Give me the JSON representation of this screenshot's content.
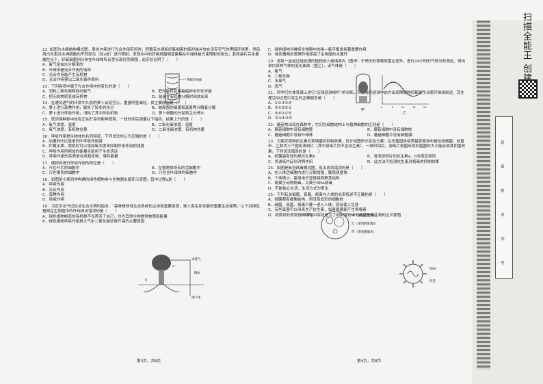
{
  "left_questions": [
    {
      "stem": "12. 如图为水绵结构模式图，恩吉尔曼进行光合作用实验时，把载有水绵和好氧细菌的临时装片放在没有空气的黑暗环境里，然后用白光束对水绵细胞的不同部位（如a处）进行照射，发现水中的好氧细菌明显聚集在叶绿体被光束照射的部位；若将装片完全暴露在光下，好氧细菌则分布在叶绿体所有受光部位的周围，此实验证明了（　　）",
      "options": [
        "A．氧气是由水分解来的",
        "B．叶绿体是光合作用的场所",
        "C．光合作用能产生有机物",
        "D．光合作用需以二氧化碳作原料"
      ],
      "full": true
    },
    {
      "stem": "13．下列各项中属于光合作用中的变化的是（　　）",
      "options": [
        "A．消耗二氧化碳释放出氧气",
        "B．把光能转变成有机物中的化学能",
        "C．把无机物转变成有机物",
        "D．能量在有机物分解时释放出来"
      ]
    },
    {
      "stem": "14．在通风透气的环境中久放的萝卜会变空心，重量明显减轻，其主要原因是（　　）",
      "options": [
        "A．萝卜进行蒸腾作用，散失了较多的水分",
        "B．被周围的细菌和真菌等分解者分解",
        "C．萝卜进行呼吸作用，消耗了其中的有机物",
        "D．萝卜细胞的分裂和生长停止"
      ]
    },
    {
      "stem": "15．密闭保鲜柜中放有正在贮存的新鲜蔬菜，一段时间后测量以下指标，结果上升的是（　　）",
      "options": [
        "A．氧气浓度、温度",
        "B．二氧化碳浓度、温度",
        "C．氧气浓度、有机物含量",
        "D．二氧化碳浓度、有机物含量"
      ]
    },
    {
      "stem": "16．呼吸作用是生物体的共同特征。下列说法你认为正确的是（　　）",
      "options": [
        "A．幼嫩的叶比衰老的叶呼吸作用强",
        "B．贮藏水果、蔬菜时可以增加氧浓度来抑制呼吸作用的强度",
        "C．呼吸作用所释放的能量全部用于生命活动",
        "D．呼吸作用的实质是合成有机物，储存能量"
      ],
      "full": true
    },
    {
      "stem": "17．植物体进行呼吸作用的部位是（　　）",
      "options": [
        "A．只在叶片的细胞中",
        "B．在植物体所有的活细胞中",
        "C．只在根系的细胞中",
        "D．只在含叶绿体的细胞中"
      ]
    },
    {
      "stem": "18．如图是小麦同学构建的绿色植物参与生物圈水循环示意图，其中过程a是（　　）",
      "options": [
        "A．呼吸作用",
        "B．光合作用",
        "C．蒸腾作用",
        "D．吸收作用"
      ],
      "full": true
    },
    {
      "stem": "19．习近平总书记在谈生态文明时指出：“森林是陆地生态系统的主体和重要资源，是人类生存发展的重要生态保障。”以下对绿色植物在生物圈中的作用说法错误的是（　　）",
      "options": [
        "A．绿色植物制造的有机物不仅养活了自己，也为其他生物提供物质和能量",
        "B．绿色植物呼吸作用是大气中二氧化碳浓度升高的主要原因"
      ],
      "full": true
    }
  ],
  "right_questions": [
    {
      "stem": "",
      "options": [
        "C．绿色植物对维持生物圈中的碳—氧平衡发挥着重要作用",
        "D．绿色植物的蒸腾作用提高了生物圈的水循环"
      ],
      "full": true
    },
    {
      "stem": "20．现将一盆经过暗处理的植物放入玻璃罩内（图甲）于晴天的夜晚放置在室外，进行24小时的气体分析测定，得出罩内某种气体的变化曲线（图乙），该气体是（　　）",
      "options": [
        "A．氧气",
        "B．二氧化碳",
        "C．水蒸气",
        "D．氮气"
      ],
      "full": true
    },
    {
      "stem": "21．同学们在体育课上进行“足球运球绕杆”的训练，队员看到运球中前方出现障碍物后都能主动避开继续前进，其生理活动过程中发生的正确顺序是（　　）",
      "options": [
        "A．①②③④⑤",
        "B．⑤④③②①",
        "C．③④①②⑤",
        "D．②①④③⑤"
      ],
      "full": true
    },
    {
      "stem": "22．蘑菇常出现在森林中，它们在细胞结构上与植物细胞的区别是（　　）",
      "options": [
        "A．蘑菇细胞中没有细胞壁",
        "B．蘑菇细胞中没有细胞核",
        "C．蘑菇细胞中没有叶绿体",
        "D．蘑菇细胞中没有细胞膜"
      ]
    },
    {
      "stem": "23．为探究两种抗生素对某细菌的抑制效果，设计如图所示实验方案：在无菌固体培养基表面涂布被检测细菌，放置甲、乙和丙三个圆形滤纸片（其中滤纸片丙不含抗生素），一段时间后，滤纸片周围出现抑菌圈的大小能反映其抑菌效果。下列说法错误的是（　　）",
      "options": [
        "A．抑菌最有效的是抗生素b",
        "B．浸泡滤纸片的抗生素a、b浓度应相同",
        "C．丙滤纸片起到对照作用",
        "D．此方法可检测抗生素对病毒的抑制效果"
      ]
    },
    {
      "stem": "24．如图是新冠病毒模式图，有关说法错误的是（　　）",
      "options": [
        "A．在人体活细胞内进行分裂增殖，繁殖速度快",
        "B．个体微小，需用电子显微镜观察其结构",
        "C．既属于动物病毒，又属于RNA病毒",
        "D．不能独立生活，生活方式为寄生"
      ],
      "full": true
    },
    {
      "stem": "25．下列有关细菌、真菌、病毒与人类的关系叙述不正确的是（　　）",
      "options": [
        "A．细菌都有细胞结构，但没有成形的细胞核",
        "B．细菌、真菌、病毒只要一进入人体，就会使人生病",
        "C．有些真菌可以用来生产抗生素，如青霉菌能产生青霉素",
        "D．将煮熟的食物放入冰箱中保存是为了抑制食物中的细菌等微生物的生长繁殖"
      ],
      "full": true
    }
  ],
  "fig12_labels": [
    "带状叶绿体",
    "a"
  ],
  "fig18_labels": [
    "水蒸气",
    "a",
    "降水",
    "地下水",
    "b"
  ],
  "fig20_labels": [
    "甲",
    "乙",
    "0",
    "6",
    "12",
    "18",
    "24"
  ],
  "fig23_labels": [
    "抑菌圈",
    "甲（浸泡抗生素a）",
    "乙（浸泡抗生素b）",
    "丙（浸泡蒸馏水）"
  ],
  "fig24_labels": [
    "RNA",
    "外壳"
  ],
  "footer_left": "第3页，共8页",
  "footer_right": "第4页，共8页",
  "scanner_text": "扫描全能王 创建",
  "binding_text": "班 级 姓 名 学 号"
}
